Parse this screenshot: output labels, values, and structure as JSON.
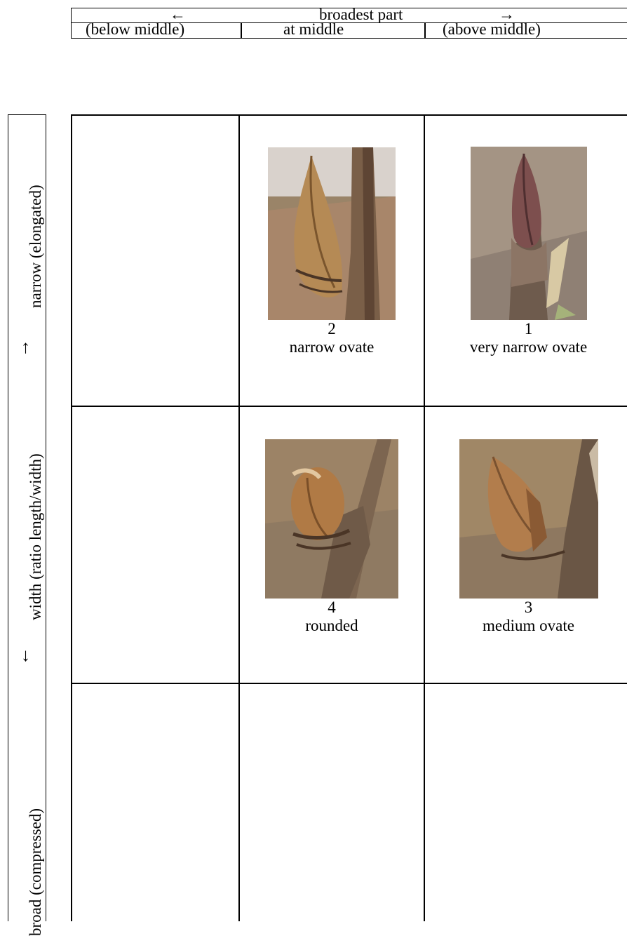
{
  "header": {
    "arrow_left": "←",
    "title": "broadest part",
    "arrow_right": "→",
    "col_below": "(below middle)",
    "col_middle": "at middle",
    "col_above": "(above middle)"
  },
  "axis": {
    "top_label": "narrow (elongated)",
    "middle_label": "width (ratio length/width)",
    "bottom_label": "broad (compressed)",
    "arrow_up": "↑",
    "arrow_down": "↓"
  },
  "cells": {
    "r1c2": {
      "number": "2",
      "caption": "narrow ovate"
    },
    "r1c3": {
      "number": "1",
      "caption": "very narrow ovate"
    },
    "r2c2": {
      "number": "4",
      "caption": "rounded"
    },
    "r2c3": {
      "number": "3",
      "caption": "medium ovate"
    }
  }
}
